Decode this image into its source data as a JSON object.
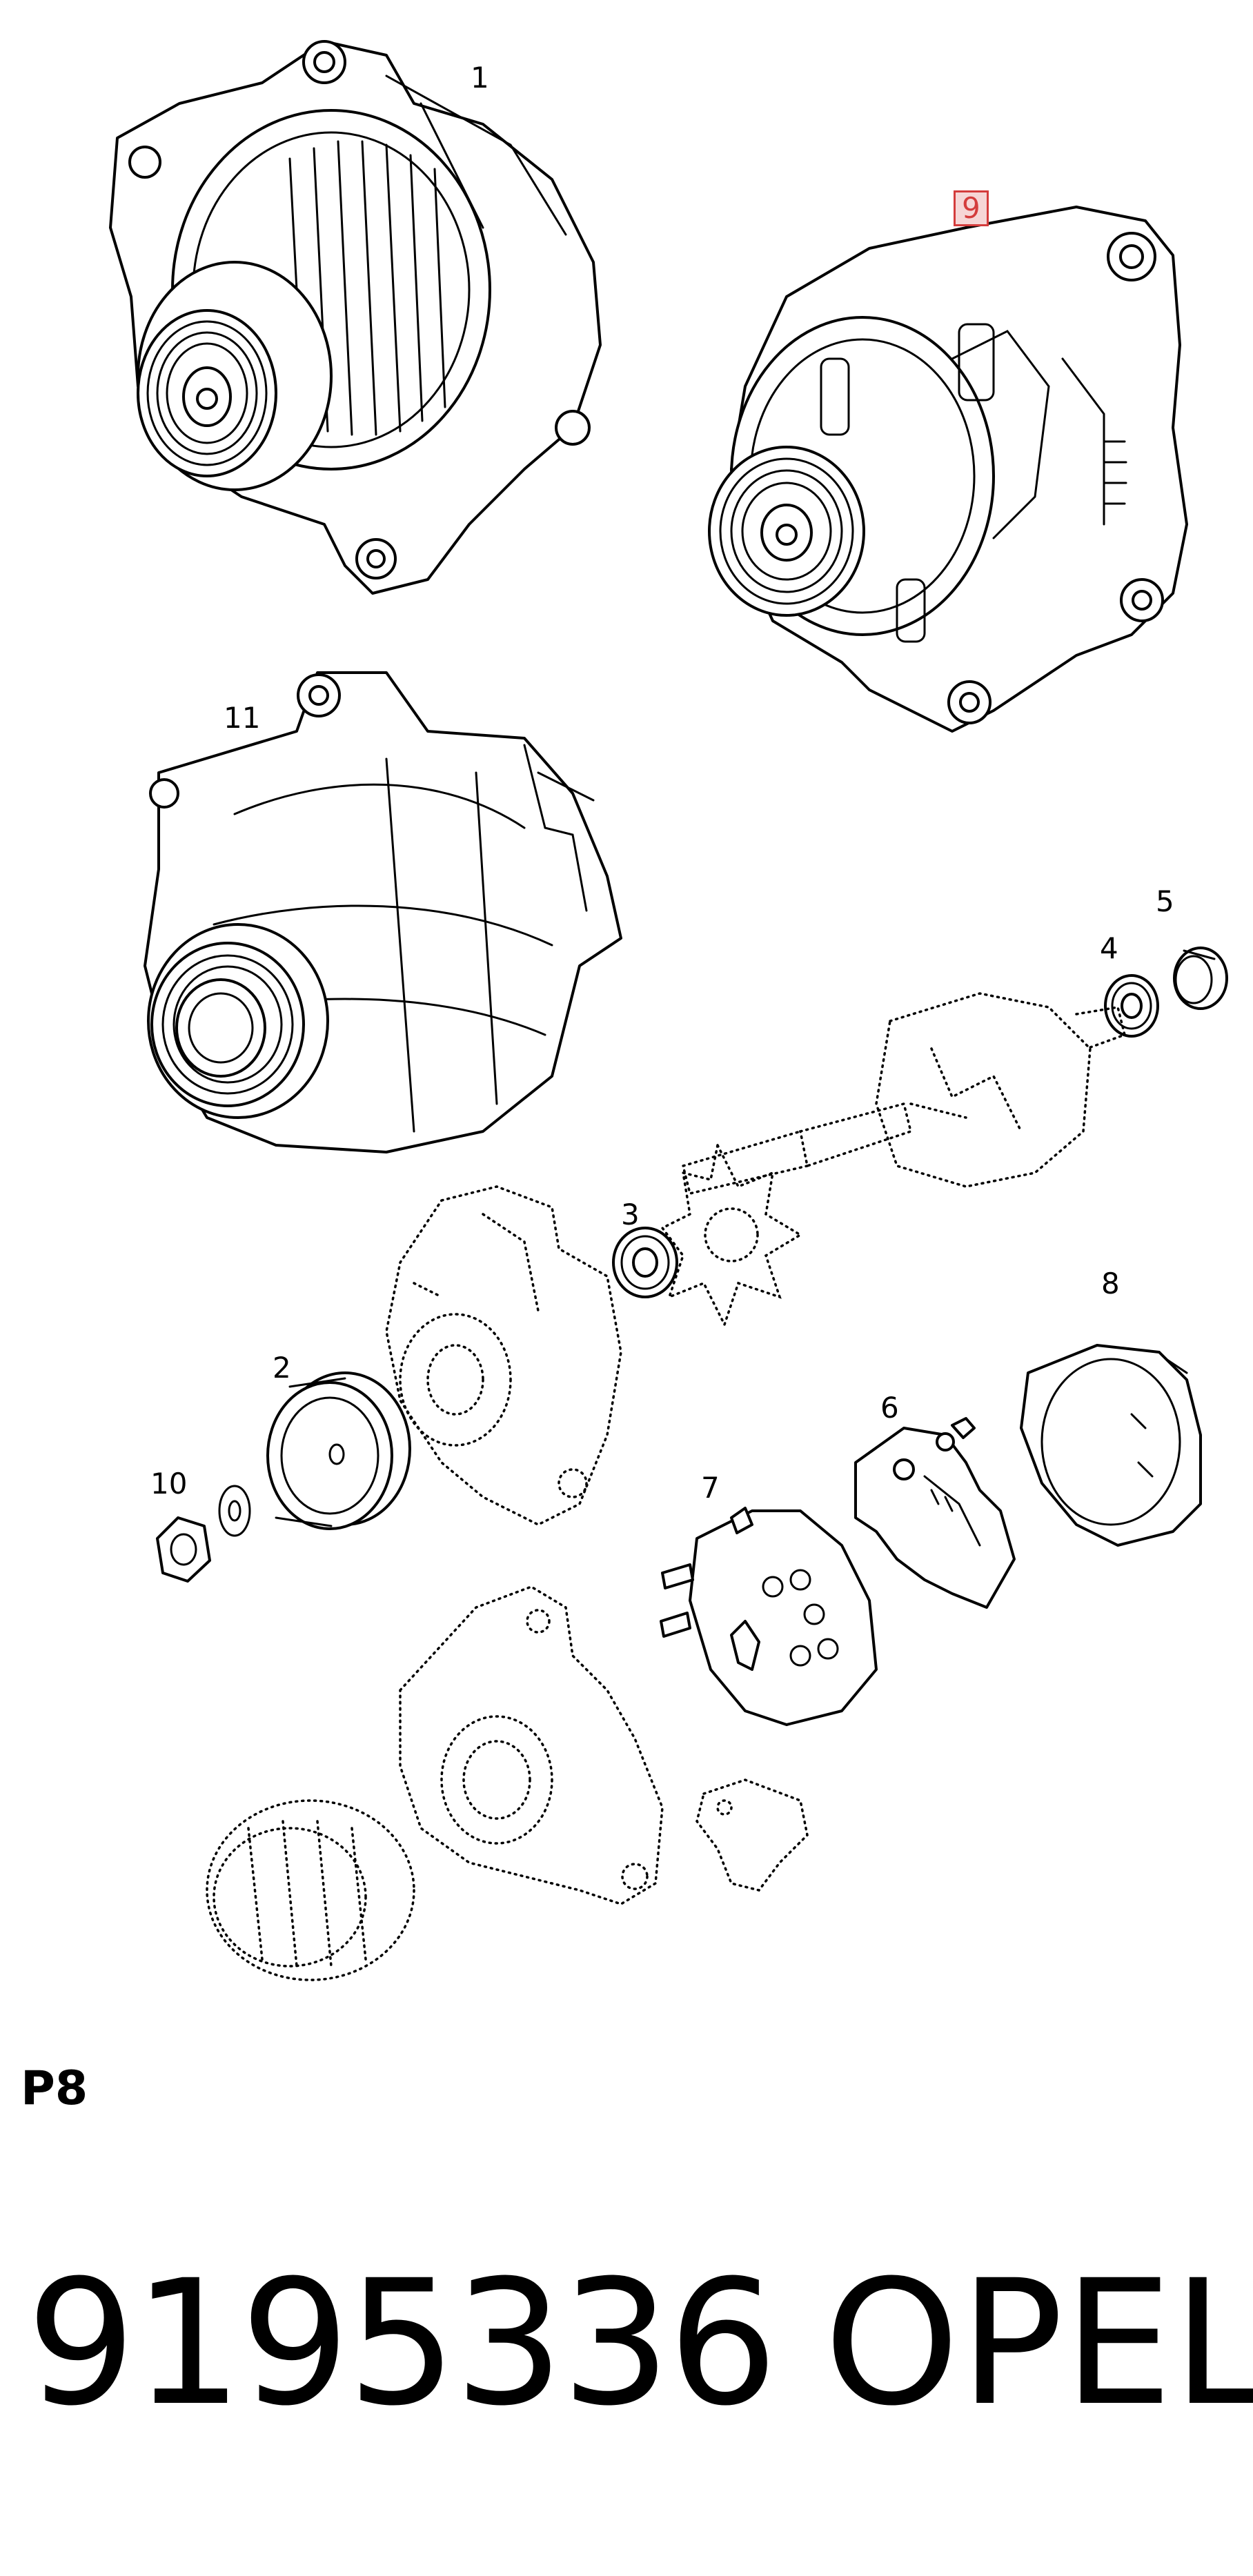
{
  "callouts": {
    "c1": "1",
    "c2": "2",
    "c3": "3",
    "c4": "4",
    "c5": "5",
    "c6": "6",
    "c7": "7",
    "c8": "8",
    "c9": "9",
    "c10": "10",
    "c11": "11"
  },
  "highlighted_callout": "9",
  "page_label": "P8",
  "footer": {
    "part_number": "9195336",
    "brand": "OPEL"
  },
  "colors": {
    "line": "#000000",
    "highlight_border": "#d43c3c",
    "highlight_fill": "#f6d6d6",
    "background": "#ffffff"
  }
}
